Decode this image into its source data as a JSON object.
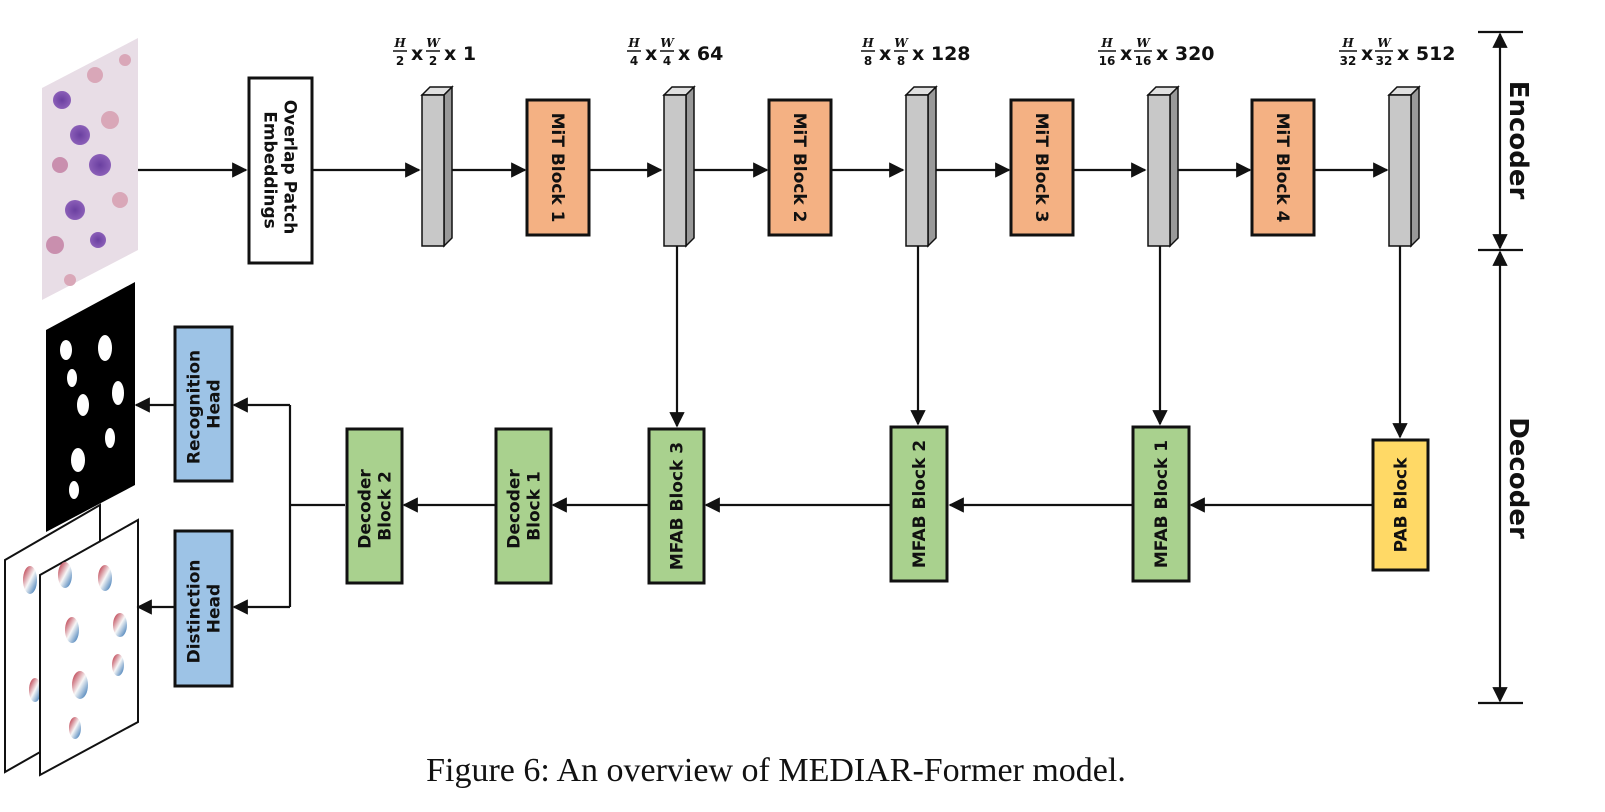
{
  "encoder_label": "Encoder",
  "decoder_label": "Decoder",
  "caption": "Figure 6: An overview of MEDIAR-Former model.",
  "colors": {
    "mit": "#f4b183",
    "green": "#a9d18e",
    "pab": "#ffd966",
    "head": "#9dc3e6",
    "feature": "#c8c8c8"
  },
  "embedding": {
    "line1": "Overlap Patch",
    "line2": "Embeddings"
  },
  "features": [
    {
      "num": "H",
      "den": "2",
      "num2": "W",
      "den2": "2",
      "ch": "x 1"
    },
    {
      "num": "H",
      "den": "4",
      "num2": "W",
      "den2": "4",
      "ch": "x 64"
    },
    {
      "num": "H",
      "den": "8",
      "num2": "W",
      "den2": "8",
      "ch": "x 128"
    },
    {
      "num": "H",
      "den": "16",
      "num2": "W",
      "den2": "16",
      "ch": "x 320"
    },
    {
      "num": "H",
      "den": "32",
      "num2": "W",
      "den2": "32",
      "ch": "x 512"
    }
  ],
  "times": "x",
  "mit_blocks": [
    "MiT Block 1",
    "MiT Block 2",
    "MiT Block 3",
    "MiT Block 4"
  ],
  "pab_block": "PAB Block",
  "mfab_blocks": [
    "MFAB Block 1",
    "MFAB Block 2",
    "MFAB Block 3"
  ],
  "decoder_blocks": [
    {
      "line1": "Decoder",
      "line2": "Block 1"
    },
    {
      "line1": "Decoder",
      "line2": "Block 2"
    }
  ],
  "heads": [
    {
      "line1": "Recognition",
      "line2": "Head"
    },
    {
      "line1": "Distinction",
      "line2": "Head"
    }
  ]
}
